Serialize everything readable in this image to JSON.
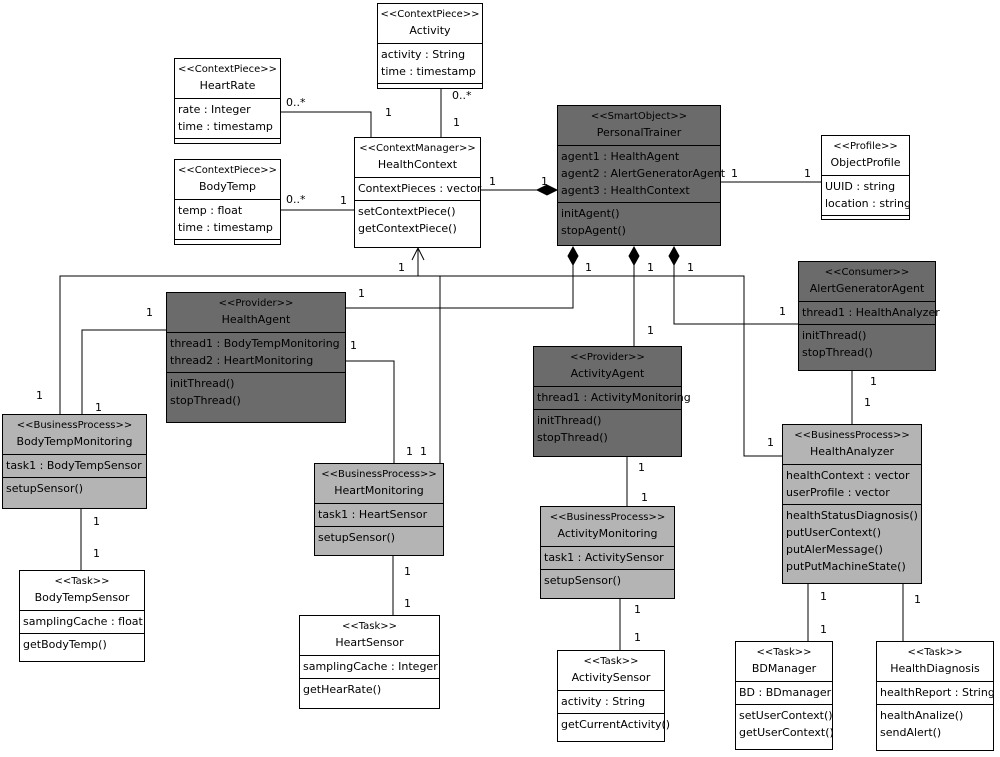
{
  "classes": {
    "activity": {
      "stereotype": "<<ContextPiece>>",
      "name": "Activity",
      "attributes": [
        "activity : String",
        "time : timestamp"
      ],
      "operations": []
    },
    "heartrate": {
      "stereotype": "<<ContextPiece>>",
      "name": "HeartRate",
      "attributes": [
        "rate : Integer",
        "time : timestamp"
      ],
      "operations": []
    },
    "bodytemp": {
      "stereotype": "<<ContextPiece>>",
      "name": "BodyTemp",
      "attributes": [
        "temp : float",
        "time : timestamp"
      ],
      "operations": []
    },
    "healthcontext": {
      "stereotype": "<<ContextManager>>",
      "name": "HealthContext",
      "attributes": [
        "ContextPieces : vector"
      ],
      "operations": [
        "setContextPiece()",
        "getContextPiece()"
      ]
    },
    "personaltrainer": {
      "stereotype": "<<SmartObject>>",
      "name": "PersonalTrainer",
      "attributes": [
        "agent1 : HealthAgent",
        "agent2 : AlertGeneratorAgent",
        "agent3 : HealthContext"
      ],
      "operations": [
        "initAgent()",
        "stopAgent()"
      ]
    },
    "objectprofile": {
      "stereotype": "<<Profile>>",
      "name": "ObjectProfile",
      "attributes": [
        "UUID : string",
        "location : string"
      ],
      "operations": []
    },
    "healthagent": {
      "stereotype": "<<Provider>>",
      "name": "HealthAgent",
      "attributes": [
        "thread1 : BodyTempMonitoring",
        "thread2 : HeartMonitoring"
      ],
      "operations": [
        "initThread()",
        "stopThread()"
      ]
    },
    "alertgenerator": {
      "stereotype": "<<Consumer>>",
      "name": "AlertGeneratorAgent",
      "attributes": [
        "thread1 : HealthAnalyzer"
      ],
      "operations": [
        "initThread()",
        "stopThread()"
      ]
    },
    "activityagent": {
      "stereotype": "<<Provider>>",
      "name": "ActivityAgent",
      "attributes": [
        "thread1 : ActivityMonitoring"
      ],
      "operations": [
        "initThread()",
        "stopThread()"
      ]
    },
    "bodytempmonitoring": {
      "stereotype": "<<BusinessProcess>>",
      "name": "BodyTempMonitoring",
      "attributes": [
        "task1 : BodyTempSensor"
      ],
      "operations": [
        "setupSensor()"
      ]
    },
    "heartmonitoring": {
      "stereotype": "<<BusinessProcess>>",
      "name": "HeartMonitoring",
      "attributes": [
        "task1 : HeartSensor"
      ],
      "operations": [
        "setupSensor()"
      ]
    },
    "activitymonitoring": {
      "stereotype": "<<BusinessProcess>>",
      "name": "ActivityMonitoring",
      "attributes": [
        "task1 : ActivitySensor"
      ],
      "operations": [
        "setupSensor()"
      ]
    },
    "healthanalyzer": {
      "stereotype": "<<BusinessProcess>>",
      "name": "HealthAnalyzer",
      "attributes": [
        "healthContext : vector",
        "userProfile : vector"
      ],
      "operations": [
        "healthStatusDiagnosis()",
        "putUserContext()",
        "putAlerMessage()",
        "putPutMachineState()"
      ]
    },
    "bodytempsensor": {
      "stereotype": "<<Task>>",
      "name": "BodyTempSensor",
      "attributes": [
        "samplingCache : float"
      ],
      "operations": [
        "getBodyTemp()"
      ]
    },
    "heartsensor": {
      "stereotype": "<<Task>>",
      "name": "HeartSensor",
      "attributes": [
        "samplingCache : Integer"
      ],
      "operations": [
        "getHearRate()"
      ]
    },
    "activitysensor": {
      "stereotype": "<<Task>>",
      "name": "ActivitySensor",
      "attributes": [
        "activity : String"
      ],
      "operations": [
        "getCurrentActivity()"
      ]
    },
    "bdmanager": {
      "stereotype": "<<Task>>",
      "name": "BDManager",
      "attributes": [
        "BD : BDmanager"
      ],
      "operations": [
        "setUserContext()",
        "getUserContext()"
      ]
    },
    "healthdiagnosis": {
      "stereotype": "<<Task>>",
      "name": "HealthDiagnosis",
      "attributes": [
        "healthReport : String"
      ],
      "operations": [
        "healthAnalize()",
        "sendAlert()"
      ]
    }
  },
  "multiplicities": [
    "0..*",
    "1",
    "0..*",
    "1",
    "0..*",
    "1",
    "1",
    "1",
    "1",
    "1",
    "1",
    "1",
    "1",
    "1",
    "1",
    "1",
    "1",
    "1",
    "1",
    "1",
    "1",
    "1",
    "1",
    "1",
    "1",
    "1",
    "1",
    "1",
    "1",
    "1",
    "1",
    "1",
    "1",
    "1",
    "1",
    "1",
    "1"
  ]
}
